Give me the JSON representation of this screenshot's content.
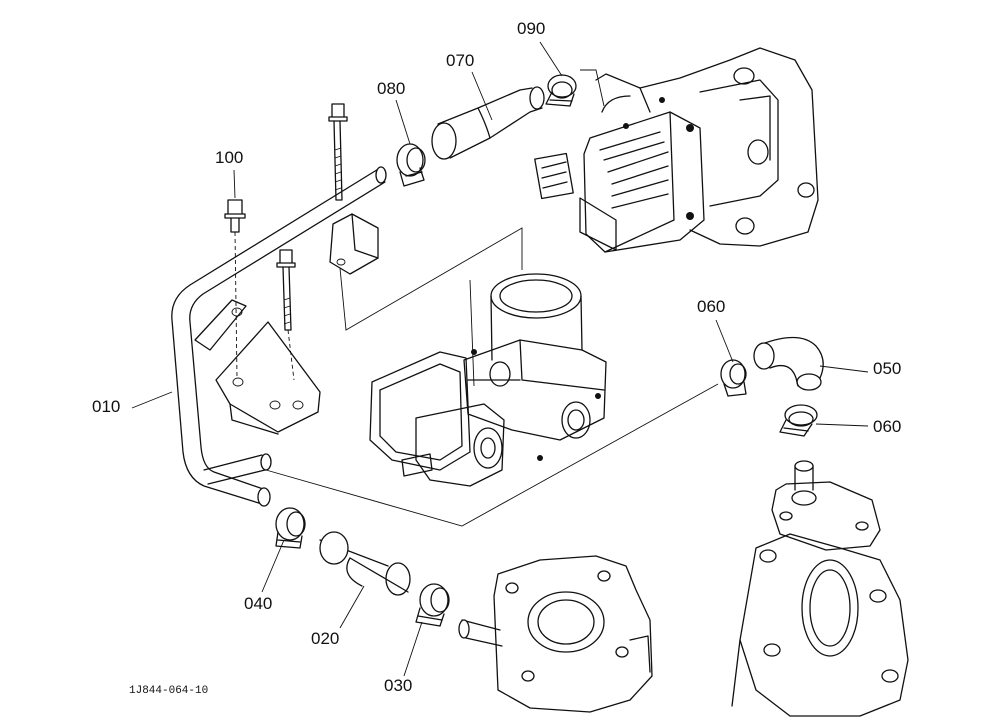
{
  "callouts": {
    "p010": "010",
    "p020": "020",
    "p030": "030",
    "p040": "040",
    "p050": "050",
    "p060a": "060",
    "p060b": "060",
    "p070": "070",
    "p080": "080",
    "p090": "090",
    "p100": "100"
  },
  "drawing_code": "1J844-064-10"
}
